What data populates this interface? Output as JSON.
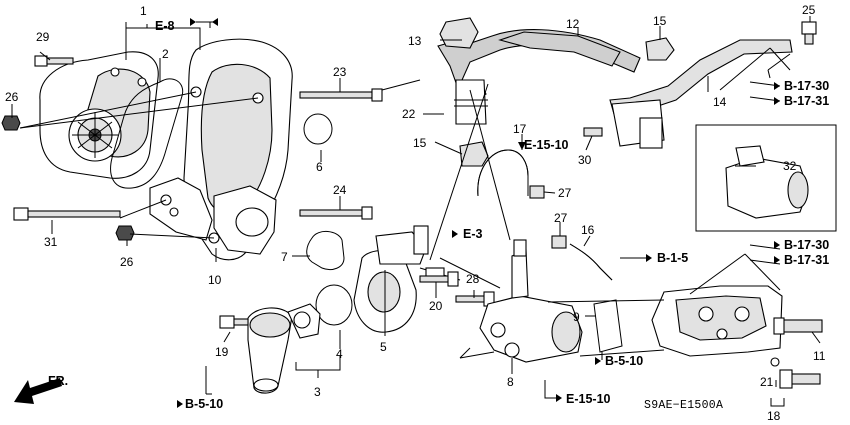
{
  "diagram": {
    "code": "S9AE−E1500A",
    "front_label": "FR.",
    "part_numbers": [
      "1",
      "2",
      "3",
      "4",
      "5",
      "6",
      "7",
      "8",
      "9",
      "10",
      "11",
      "12",
      "13",
      "14",
      "15",
      "15",
      "16",
      "17",
      "18",
      "19",
      "20",
      "21",
      "22",
      "23",
      "24",
      "25",
      "26",
      "26",
      "27",
      "27",
      "28",
      "29",
      "30",
      "31",
      "32"
    ],
    "references": [
      "E-8",
      "E-15-10",
      "E-3",
      "B-1-5",
      "B-17-30",
      "B-17-31",
      "B-17-30",
      "B-17-31",
      "B-5-10",
      "B-5-10",
      "E-15-10"
    ]
  }
}
